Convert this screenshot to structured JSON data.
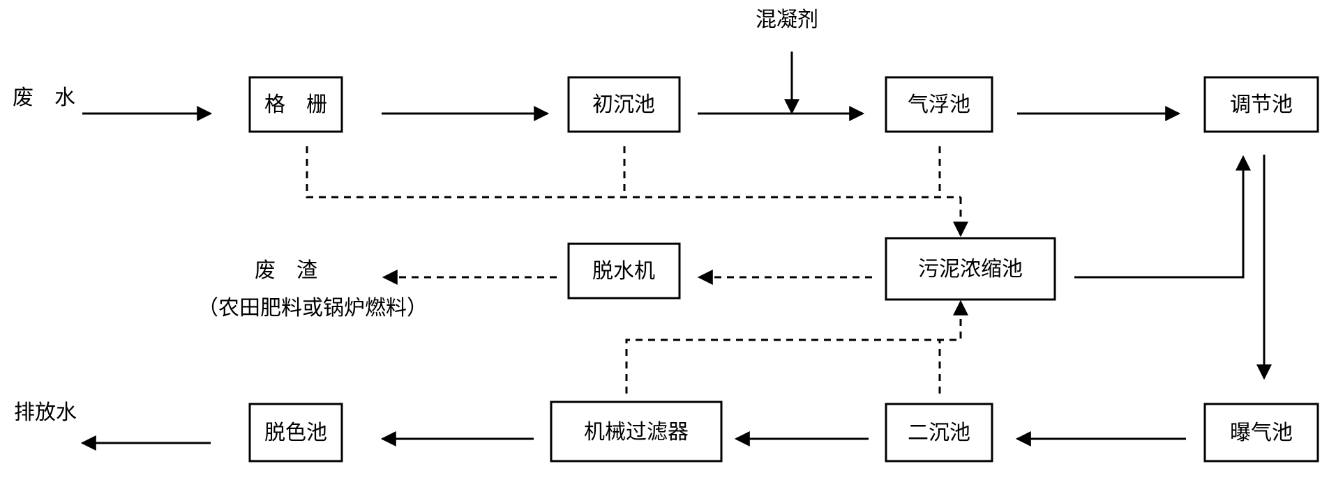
{
  "labels": {
    "input_wastewater": "废　水",
    "coagulant": "混凝剂",
    "waste_residue": "废　渣",
    "residue_use": "（农田肥料或锅炉燃料）",
    "discharge": "排放水"
  },
  "nodes": {
    "grille": "格　栅",
    "primary_settling": "初沉池",
    "flotation": "气浮池",
    "equalization": "调节池",
    "sludge_thickener": "污泥浓缩池",
    "dewatering": "脱水机",
    "aeration": "曝气池",
    "secondary_settling": "二沉池",
    "mechanical_filter": "机械过滤器",
    "decolorization": "脱色池"
  }
}
